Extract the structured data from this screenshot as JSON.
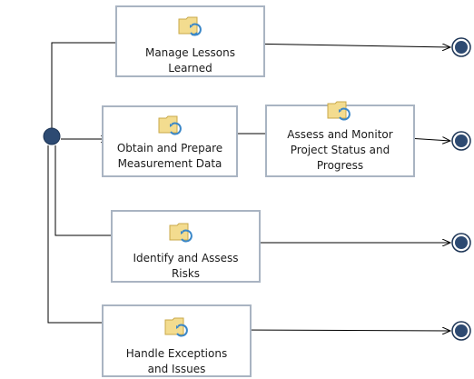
{
  "diagram": {
    "activities": [
      {
        "label": "Manage Lessons\nLearned"
      },
      {
        "label": "Obtain and Prepare\nMeasurement Data"
      },
      {
        "label": "Assess and Monitor\nProject Status and\nProgress"
      },
      {
        "label": "Identify and Assess\nRisks"
      },
      {
        "label": "Handle Exceptions\nand Issues"
      }
    ],
    "icon": "task-folder-refresh-icon",
    "colors": {
      "box_border": "#a9b4c2",
      "start_node": "#2d4a72",
      "end_node": "#2d4a72",
      "folder": "#f3dc8f",
      "refresh": "#3a87c8",
      "line": "#000000"
    }
  }
}
